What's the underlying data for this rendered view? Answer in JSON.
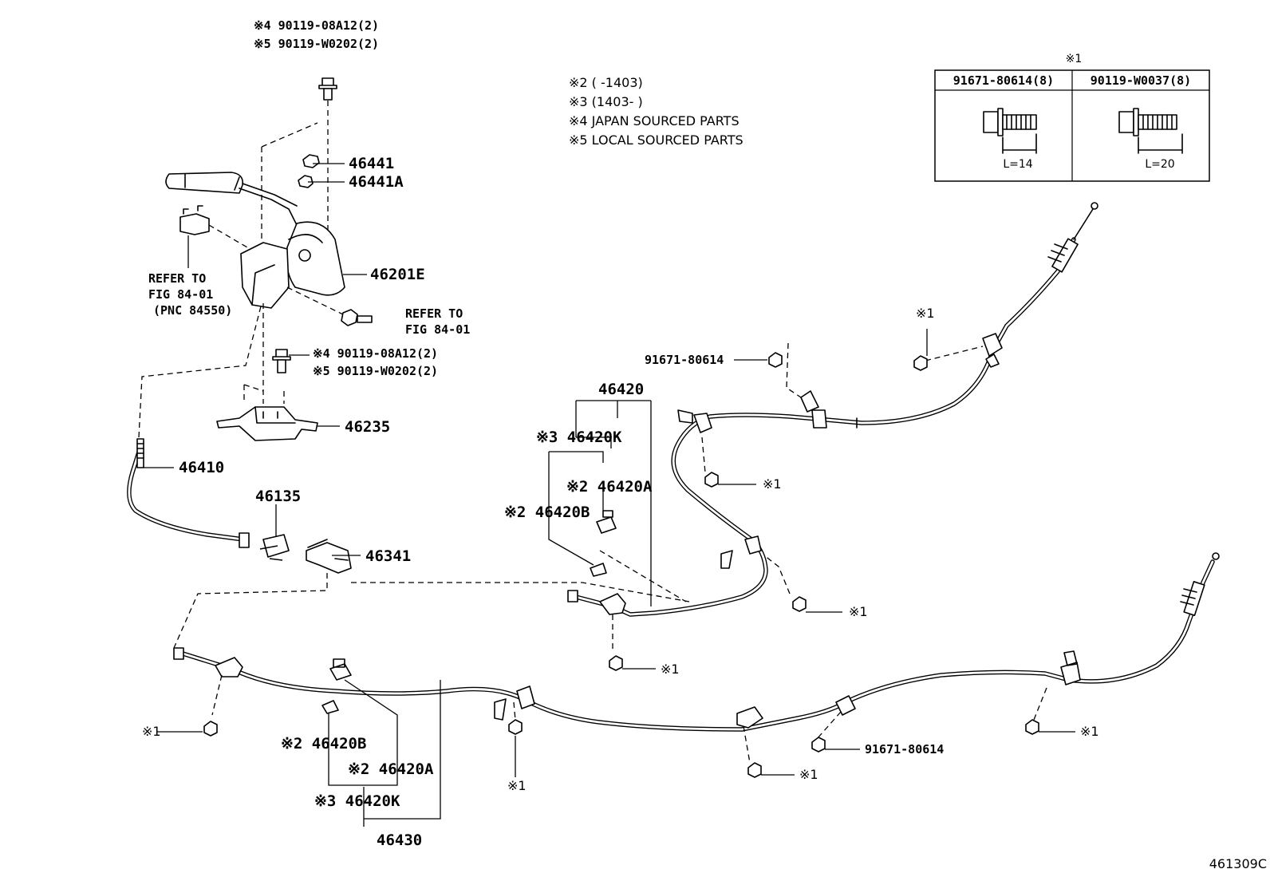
{
  "diagram_id": "461309C",
  "notes": [
    "※2 (        -1403)",
    "※3 (1403-        )",
    "※4 JAPAN SOURCED PARTS",
    "※5 LOCAL SOURCED PARTS"
  ],
  "bolt_table": {
    "mark": "※1",
    "columns": [
      {
        "part": "91671-80614(8)",
        "length": "L=14"
      },
      {
        "part": "90119-W0037(8)",
        "length": "L=20"
      }
    ]
  },
  "labels": {
    "bolt_top_1": "※4 90119-08A12(2)",
    "bolt_top_2": "※5 90119-W0202(2)",
    "p46441": "46441",
    "p46441A": "46441A",
    "refer_left_1": "REFER TO",
    "refer_left_2": "FIG 84-01",
    "refer_left_3": "(PNC 84550)",
    "p46201E": "46201E",
    "refer_right_1": "REFER TO",
    "refer_right_2": "FIG 84-01",
    "bolt_mid_1": "※4 90119-08A12(2)",
    "bolt_mid_2": "※5 90119-W0202(2)",
    "p46235": "46235",
    "p46410": "46410",
    "p46135": "46135",
    "p46341": "46341",
    "p46420": "46420",
    "p46420K_upper": "※3 46420K",
    "p46420A_upper": "※2 46420A",
    "p46420B_upper": "※2 46420B",
    "p91671_upper": "91671-80614",
    "m1_r_upper": "※1",
    "m1_mid_right": "※1",
    "m1_mid_low": "※1",
    "m1_bottom_cable": "※1",
    "m1_left": "※1",
    "p46420B_lower": "※2 46420B",
    "p46420A_lower": "※2 46420A",
    "p46420K_lower": "※3 46420K",
    "p46430": "46430",
    "m1_lower_bracket": "※1",
    "m1_lower_mid": "※1",
    "p91671_lower": "91671-80614",
    "m1_lower_right": "※1"
  }
}
